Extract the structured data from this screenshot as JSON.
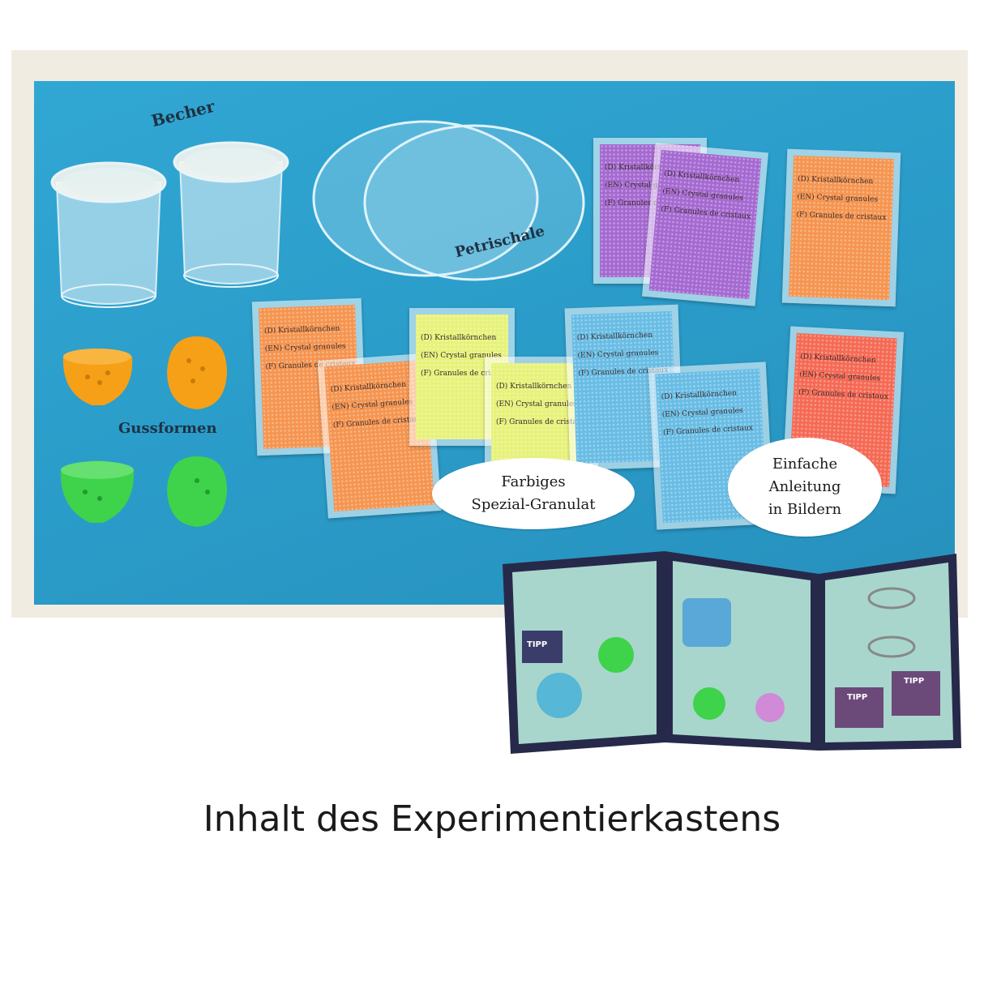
{
  "labels": {
    "cups": "Becher",
    "petri_dish": "Petrischale",
    "molds": "Gussformen"
  },
  "bubbles": {
    "granules": "Farbiges\nSpezial-Granulat",
    "instructions": "Einfache\nAnleitung\nin Bildern"
  },
  "caption": "Inhalt des Experimentierkastens",
  "packet_texts": {
    "de": "(D) Kristallkörnchen",
    "en": "(EN) Crystal granules",
    "fr": "(F) Granules de cristaux"
  },
  "instruction_booklet": {
    "tip_label": "TIPP"
  },
  "colors": {
    "board": "#2a9bc8",
    "purple_granules": "#a56ad1",
    "orange_granules": "#f59550",
    "red_orange_granules": "#f56a55",
    "yellow_granules": "#e7f27a",
    "blue_granules": "#69bde5",
    "mold_orange": "#f5a017",
    "mold_green": "#3ed34a",
    "booklet_frame": "#27294a",
    "booklet_page": "#a8d6cc"
  }
}
